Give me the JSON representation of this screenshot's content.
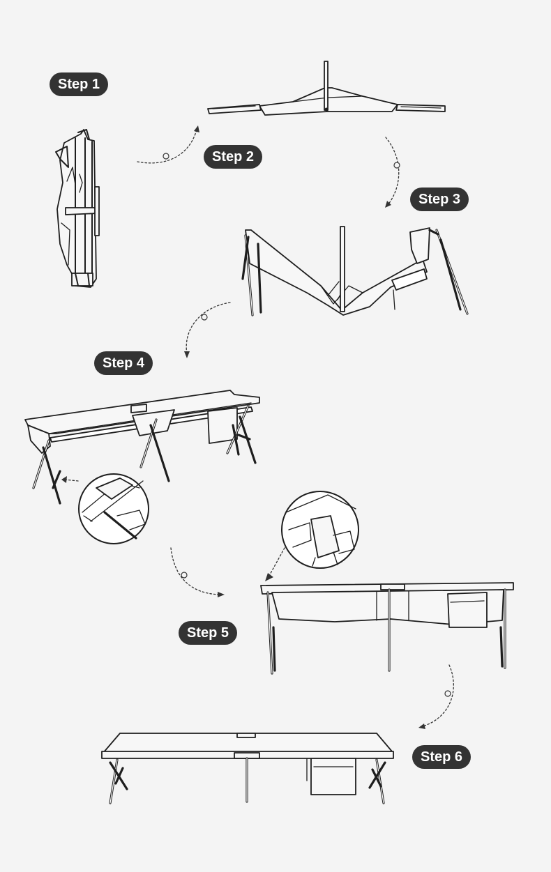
{
  "steps": [
    {
      "label": "Step 1"
    },
    {
      "label": "Step 2"
    },
    {
      "label": "Step 3"
    },
    {
      "label": "Step 4"
    },
    {
      "label": "Step 5"
    },
    {
      "label": "Step 6"
    }
  ],
  "colors": {
    "background": "#f4f4f4",
    "badge": "#333333",
    "badge_text": "#ffffff",
    "line": "#1e1e1e"
  }
}
